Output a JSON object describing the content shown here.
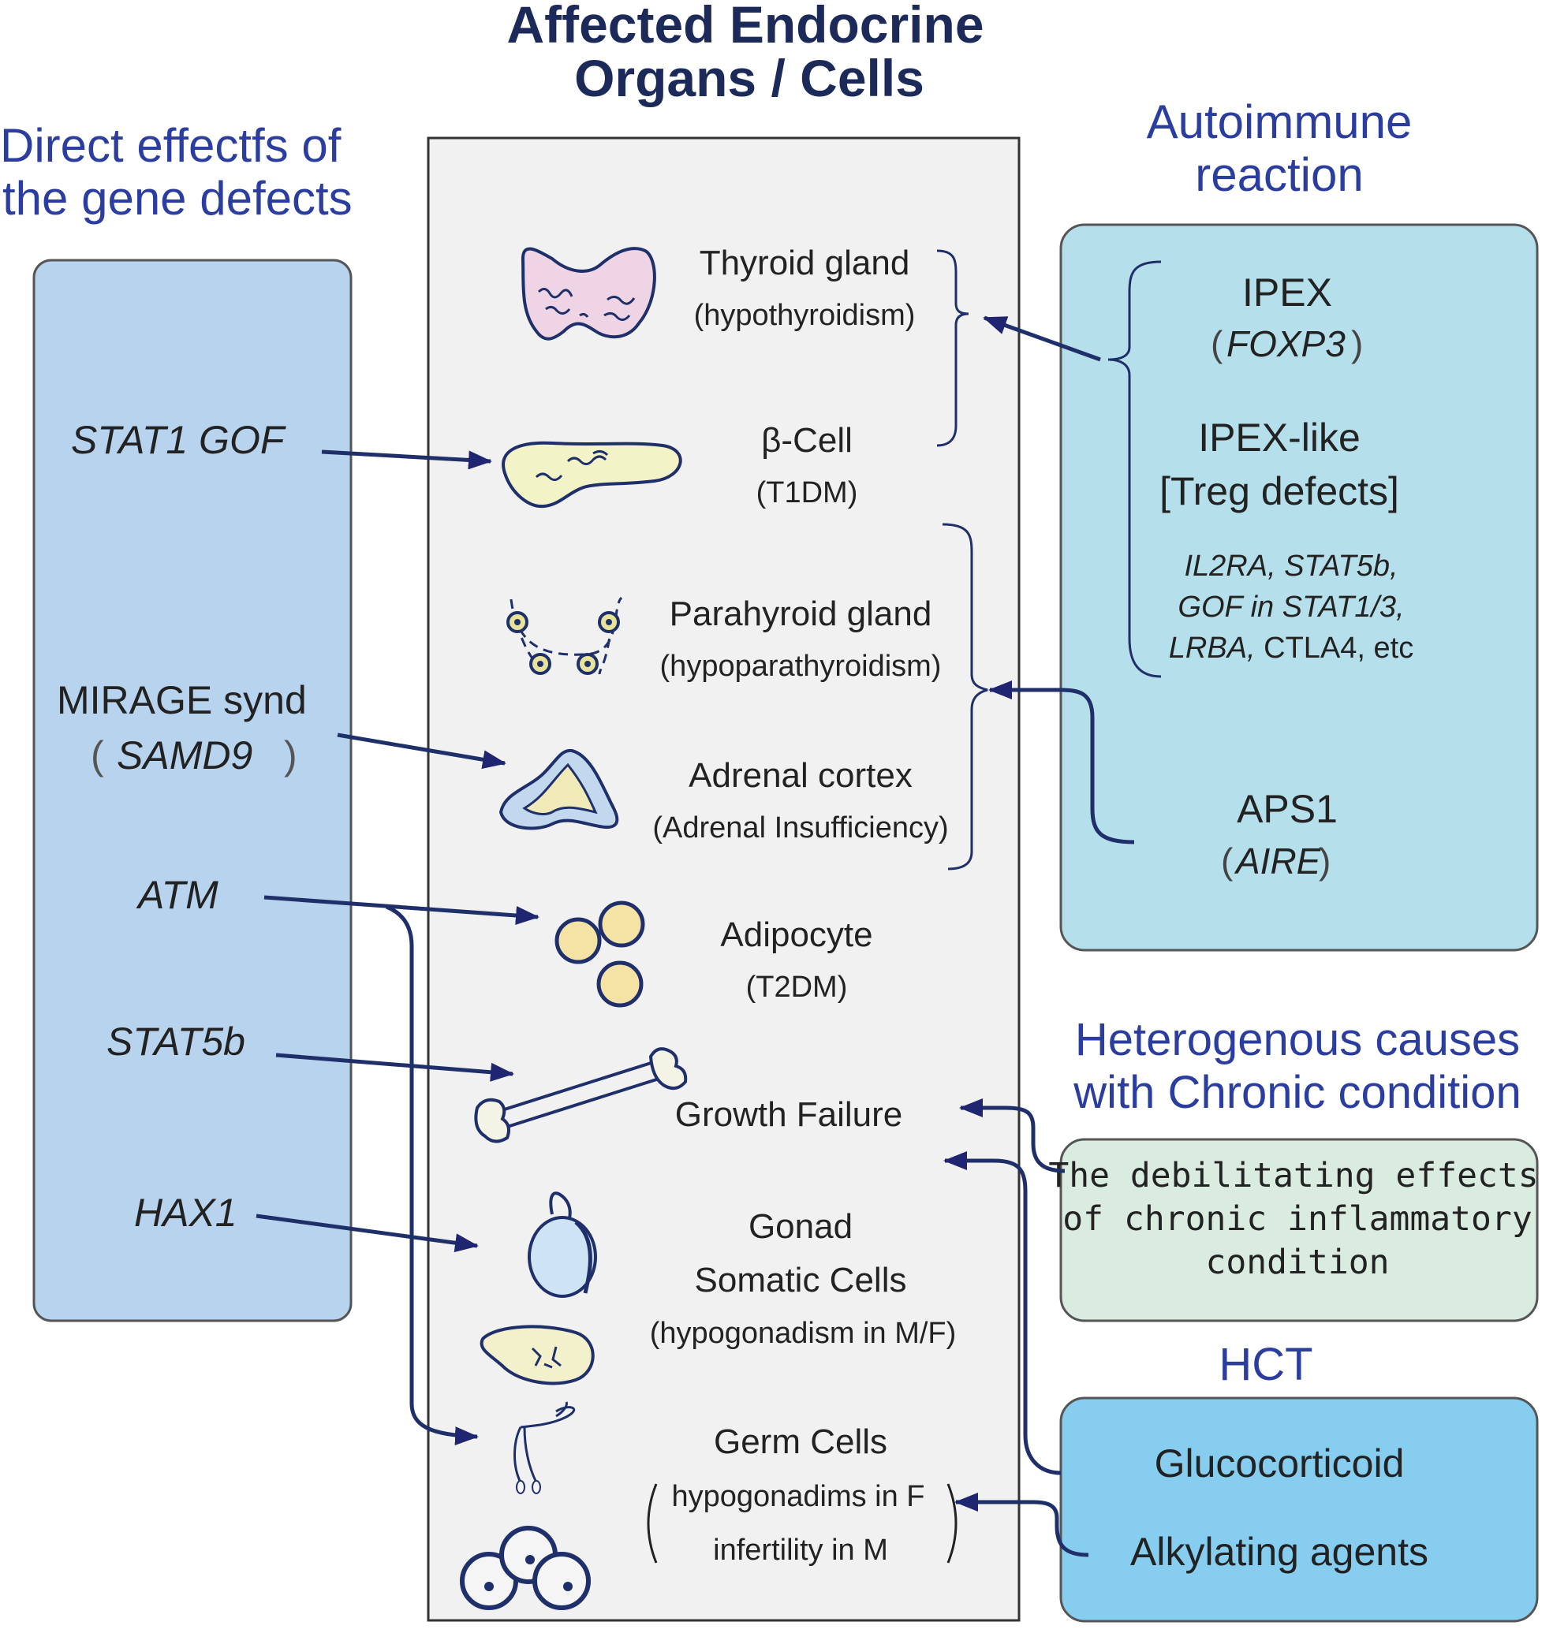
{
  "headers": {
    "center_line1": "Affected Endocrine",
    "center_line2": "Organs / Cells",
    "left_line1": "Direct effectfs of",
    "left_line2": "the gene defects",
    "right_line1": "Autoimmune",
    "right_line2": "reaction",
    "hetero_line1": "Heterogenous causes",
    "hetero_line2": "with Chronic condition",
    "hct": "HCT"
  },
  "genes": {
    "stat1": "STAT1 GOF",
    "mirage": "MIRAGE synd",
    "samd9_open": "(",
    "samd9": "SAMD9",
    "samd9_close": ")",
    "atm": "ATM",
    "stat5b": "STAT5b",
    "hax1": "HAX1"
  },
  "organs": {
    "thyroid": "Thyroid gland",
    "thyroid_sub": "(hypothyroidism)",
    "beta": "β-Cell",
    "beta_sub": "(T1DM)",
    "parathyroid": "Parahyroid gland",
    "parathyroid_sub": "(hypoparathyroidism)",
    "adrenal": "Adrenal cortex",
    "adrenal_sub": "(Adrenal Insufficiency)",
    "adipocyte": "Adipocyte",
    "adipocyte_sub": "(T2DM)",
    "growth": "Growth Failure",
    "gonad1": "Gonad",
    "gonad2": "Somatic Cells",
    "gonad_sub": "(hypogonadism in M/F)",
    "germ": "Germ Cells",
    "germ_sub1": "hypogonadims in F",
    "germ_sub2": "infertility in M"
  },
  "autoimmune": {
    "ipex": "IPEX",
    "foxp3_open": "(",
    "foxp3": "FOXP3",
    "foxp3_close": ")",
    "ipex_like": "IPEX-like",
    "treg": "[Treg defects]",
    "genes1": "IL2RA, STAT5b,",
    "genes2": "GOF in STAT1/3,",
    "genes3_italic": "LRBA,",
    "genes3_rest": " CTLA4, etc",
    "aps1": "APS1",
    "aire_open": "(",
    "aire": "AIRE",
    "aire_close": ")"
  },
  "chronic": {
    "line1": "The debilitating effects",
    "line2": "of chronic inflammatory",
    "line3": "condition"
  },
  "hct_box": {
    "glucocorticoid": "Glucocorticoid",
    "alkylating": "Alkylating agents"
  },
  "colors": {
    "header_dark": "#1c2a5a",
    "header_blue": "#2b3ea0",
    "arrow": "#1f2570",
    "left_box": "#b8d3ee",
    "center_box": "#f1f1f1",
    "right_box": "#b5dfea",
    "chronic_box": "#daece0",
    "hct_box": "#86cdf0"
  }
}
